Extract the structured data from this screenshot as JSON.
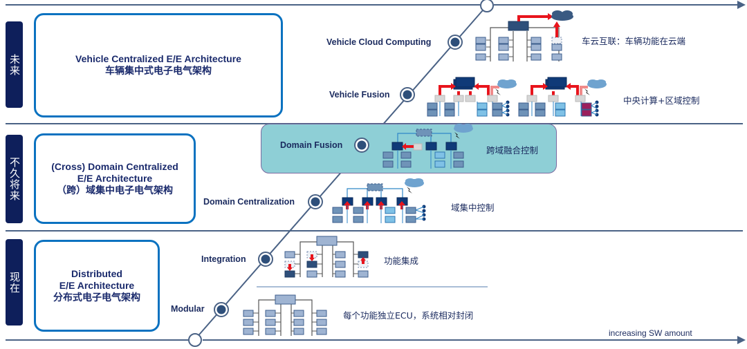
{
  "eras": [
    {
      "tag": "未来",
      "title_en": "Vehicle Centralized E/E Architecture",
      "title_zh": "车辆集中式电子电气架构"
    },
    {
      "tag": "不久将来",
      "title_en_1": "(Cross) Domain Centralized",
      "title_en_2": "E/E Architecture",
      "title_zh": "（跨）域集中电子电气架构"
    },
    {
      "tag": "现在",
      "title_en_1": "Distributed",
      "title_en_2": "E/E Architecture",
      "title_zh": "分布式电子电气架构"
    }
  ],
  "stages": [
    {
      "label": "Vehicle Cloud Computing",
      "description": "车云互联：车辆功能在云端"
    },
    {
      "label": "Vehicle Fusion",
      "description": "中央计算+区域控制"
    },
    {
      "label": "Domain Fusion",
      "description": "跨域融合控制"
    },
    {
      "label": "Domain Centralization",
      "description": "域集中控制"
    },
    {
      "label": "Integration",
      "description": "功能集成"
    },
    {
      "label": "Modular",
      "description": "每个功能独立ECU，系统相对封闭"
    }
  ],
  "axis": {
    "x_label": "increasing SW amount"
  },
  "colors": {
    "line": "#4a6285",
    "tag_bg": "#0e1f5b",
    "box_border": "#0b72c0",
    "fusion_bg": "#8ecfd6",
    "ecu_light": "#9fb4d2",
    "ecu_dark": "#2e4f7a",
    "arrow_red": "#e8141c"
  }
}
